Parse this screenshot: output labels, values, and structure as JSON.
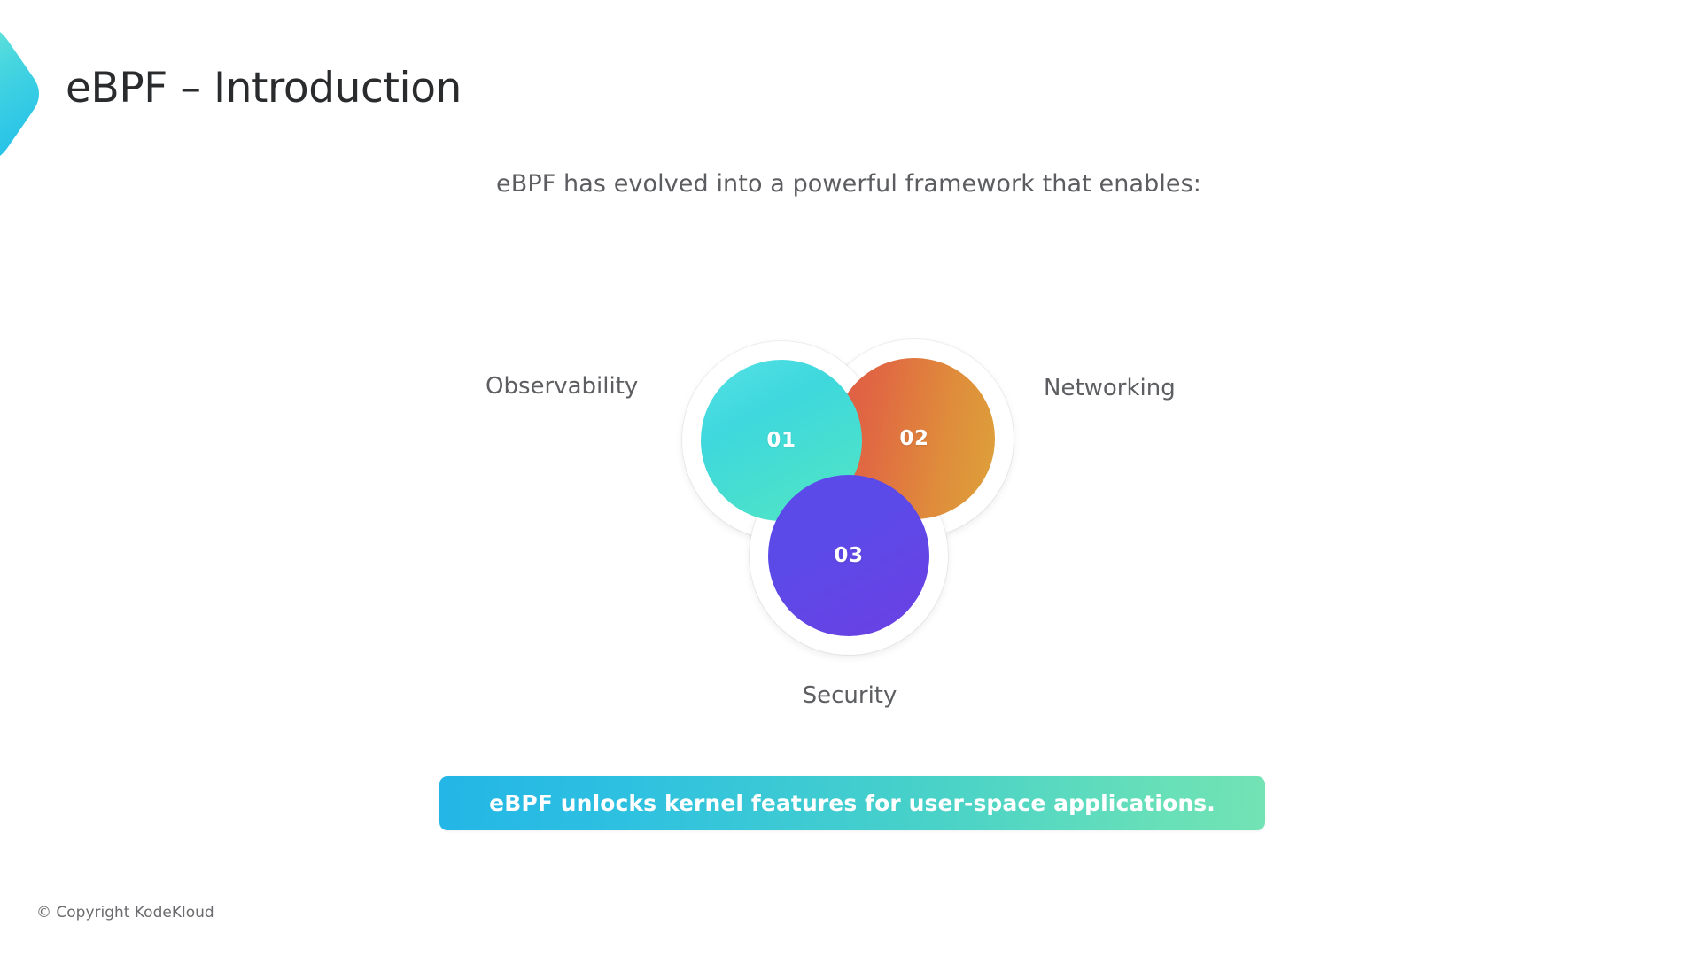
{
  "slide": {
    "title": "eBPF – Introduction",
    "subtitle": "eBPF has evolved into a powerful framework that enables:",
    "logo_icon": "chevron-right-icon"
  },
  "venn": {
    "items": [
      {
        "number": "01",
        "label": "Observability",
        "color": "#3ed8dd"
      },
      {
        "number": "02",
        "label": "Networking",
        "color": "#df8c3b"
      },
      {
        "number": "03",
        "label": "Security",
        "color": "#5c4ae8"
      }
    ]
  },
  "callout": {
    "text": "eBPF unlocks kernel features for user-space applications.",
    "gradient_start": "#23b6e6",
    "gradient_end": "#72e3b4"
  },
  "footer": {
    "copyright": "© Copyright KodeKloud"
  },
  "theme": {
    "title_color": "#2a2b2d",
    "body_text_color": "#5c5d60",
    "logo_gradient_start": "#5fe3da",
    "logo_gradient_end": "#2ec6e6",
    "background": "#ffffff"
  }
}
